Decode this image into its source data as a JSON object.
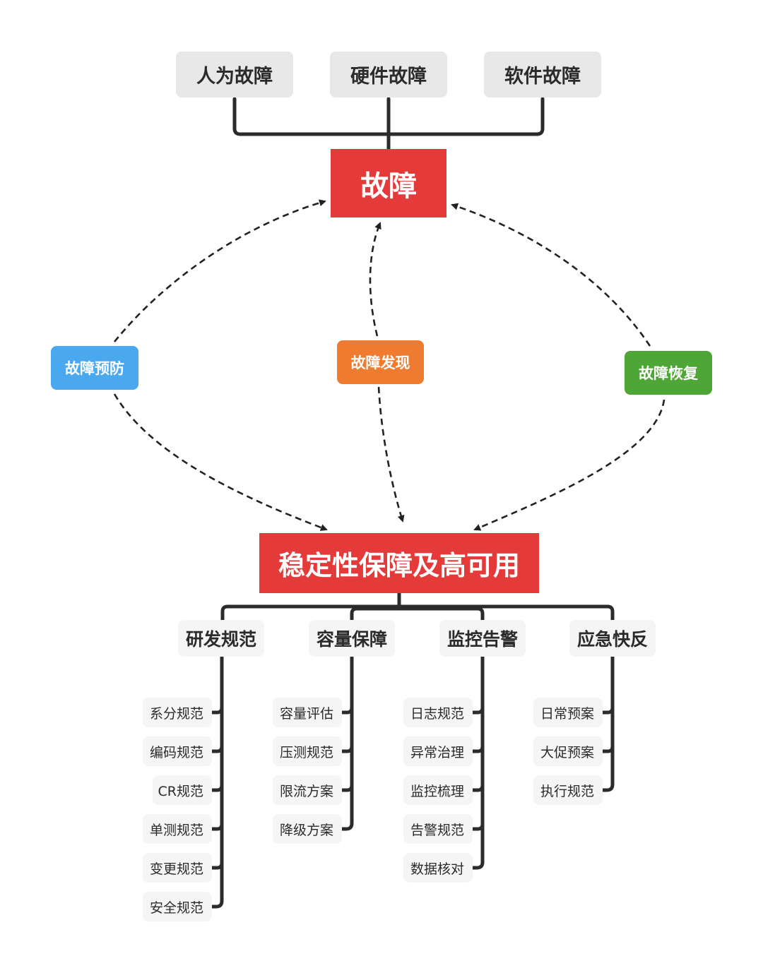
{
  "diagram": {
    "causes": [
      {
        "label": "人为故障"
      },
      {
        "label": "硬件故障"
      },
      {
        "label": "软件故障"
      }
    ],
    "root": {
      "label": "故障",
      "color": "#e53a3a"
    },
    "phases": [
      {
        "label": "故障预防",
        "color": "#4aa8ef"
      },
      {
        "label": "故障发现",
        "color": "#ee7b2f"
      },
      {
        "label": "故障恢复",
        "color": "#4ea637"
      }
    ],
    "main": {
      "label": "稳定性保障及高可用",
      "color": "#e53a3a"
    },
    "branches": [
      {
        "label": "研发规范",
        "children": [
          "系分规范",
          "编码规范",
          "CR规范",
          "单测规范",
          "变更规范",
          "安全规范"
        ]
      },
      {
        "label": "容量保障",
        "children": [
          "容量评估",
          "压测规范",
          "限流方案",
          "降级方案"
        ]
      },
      {
        "label": "监控告警",
        "children": [
          "日志规范",
          "异常治理",
          "监控梳理",
          "告警规范",
          "数据核对"
        ]
      },
      {
        "label": "应急快反",
        "children": [
          "日常预案",
          "大促预案",
          "执行规范"
        ]
      }
    ]
  }
}
